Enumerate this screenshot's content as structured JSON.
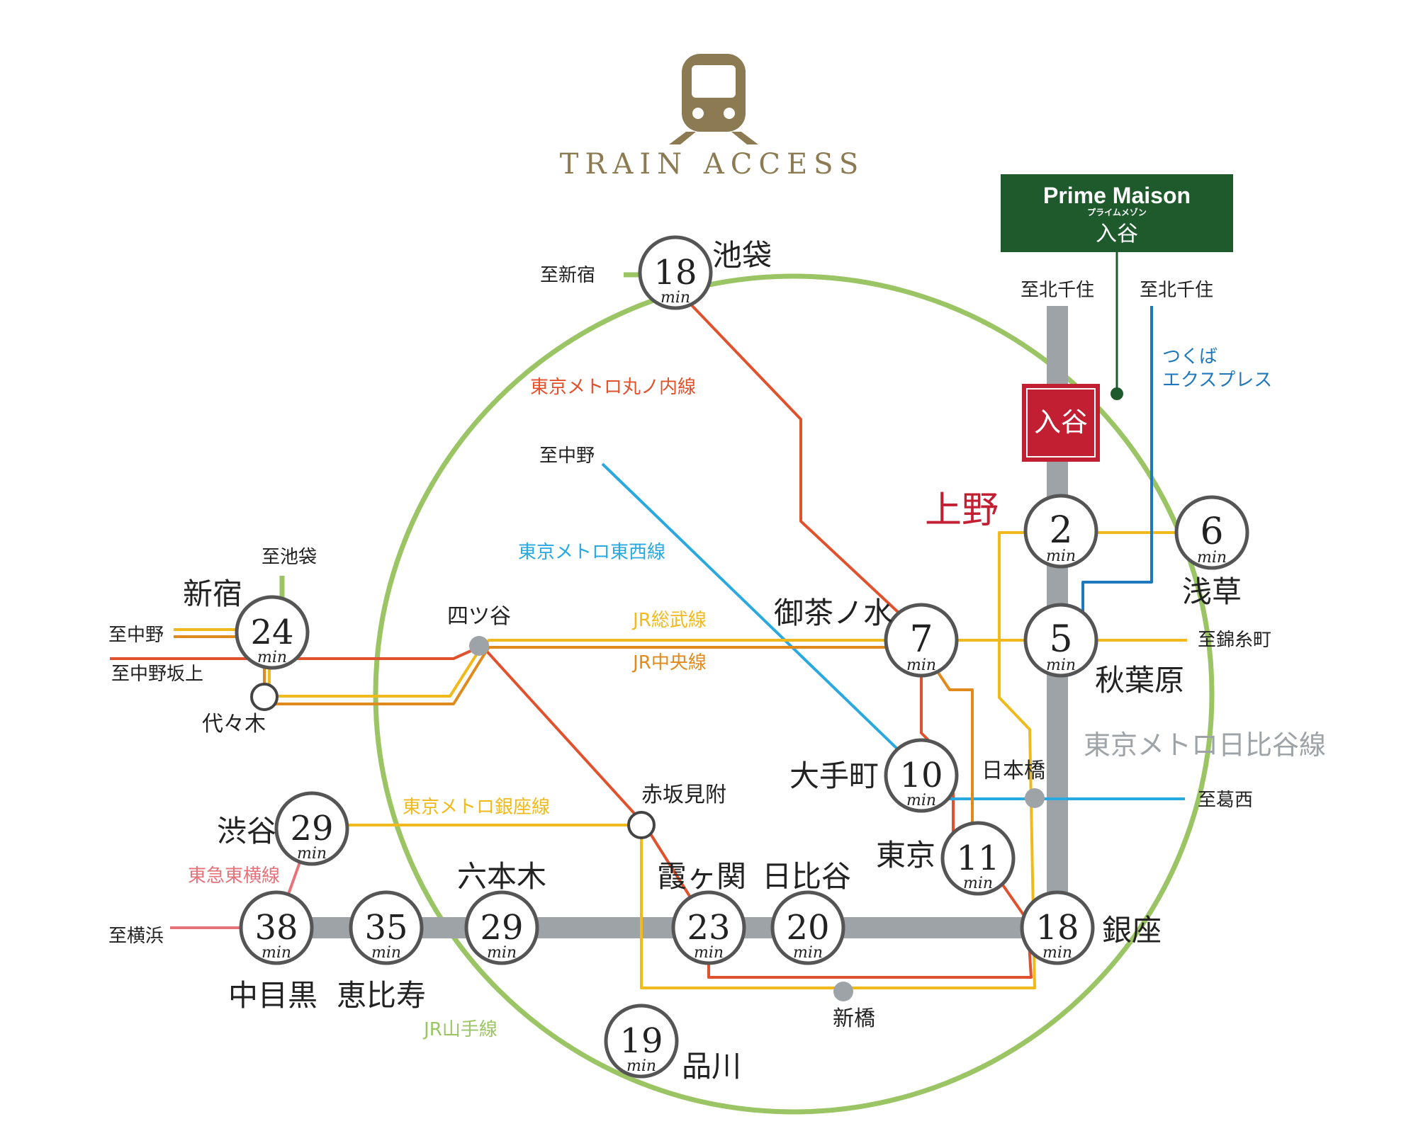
{
  "title": "TRAIN ACCESS",
  "brand": {
    "name": "Prime Maison",
    "kana": "プライムメゾン",
    "location": "入谷"
  },
  "home_station": "入谷",
  "colors": {
    "yamanote": "#9bc564",
    "hibiya": "#9ea3a8",
    "marunouchi": "#e0522e",
    "tozai": "#29a9e0",
    "ginza": "#f0ba1c",
    "chuo": "#e08a1e",
    "sobu": "#f0ba1c",
    "toyoko": "#e6737a",
    "tx": "#1f78bb",
    "gold": "#8c7b52",
    "brand_green": "#1e5a2c",
    "home_red": "#c21f32",
    "ueno_red": "#c21f32"
  },
  "lines": {
    "marunouchi": "東京メトロ丸ノ内線",
    "tozai": "東京メトロ東西線",
    "sobu": "JR総武線",
    "chuo": "JR中央線",
    "hibiya": "東京メトロ日比谷線",
    "ginza": "東京メトロ銀座線",
    "toyoko": "東急東横線",
    "yamanote": "JR山手線",
    "tx": "つくば\nエクスプレス"
  },
  "unit": "min",
  "stations": [
    {
      "name": "池袋",
      "min": "18"
    },
    {
      "name": "上野",
      "min": "2"
    },
    {
      "name": "浅草",
      "min": "6"
    },
    {
      "name": "秋葉原",
      "min": "5"
    },
    {
      "name": "御茶ノ水",
      "min": "7"
    },
    {
      "name": "新宿",
      "min": "24"
    },
    {
      "name": "大手町",
      "min": "10"
    },
    {
      "name": "東京",
      "min": "11"
    },
    {
      "name": "渋谷",
      "min": "29"
    },
    {
      "name": "中目黒",
      "min": "38"
    },
    {
      "name": "恵比寿",
      "min": "35"
    },
    {
      "name": "六本木",
      "min": "29"
    },
    {
      "name": "霞ヶ関",
      "min": "23"
    },
    {
      "name": "日比谷",
      "min": "20"
    },
    {
      "name": "銀座",
      "min": "18"
    },
    {
      "name": "品川",
      "min": "19"
    }
  ],
  "minor_stations": [
    "四ツ谷",
    "代々木",
    "赤坂見附",
    "日本橋",
    "新橋"
  ],
  "directions": {
    "shinjuku": "至新宿",
    "kitasenju_1": "至北千住",
    "kitasenju_2": "至北千住",
    "nakano_tozai": "至中野",
    "ikebukuro": "至池袋",
    "nakano": "至中野",
    "nakanosakaue": "至中野坂上",
    "kinshicho": "至錦糸町",
    "kasai": "至葛西",
    "yokohama": "至横浜"
  }
}
